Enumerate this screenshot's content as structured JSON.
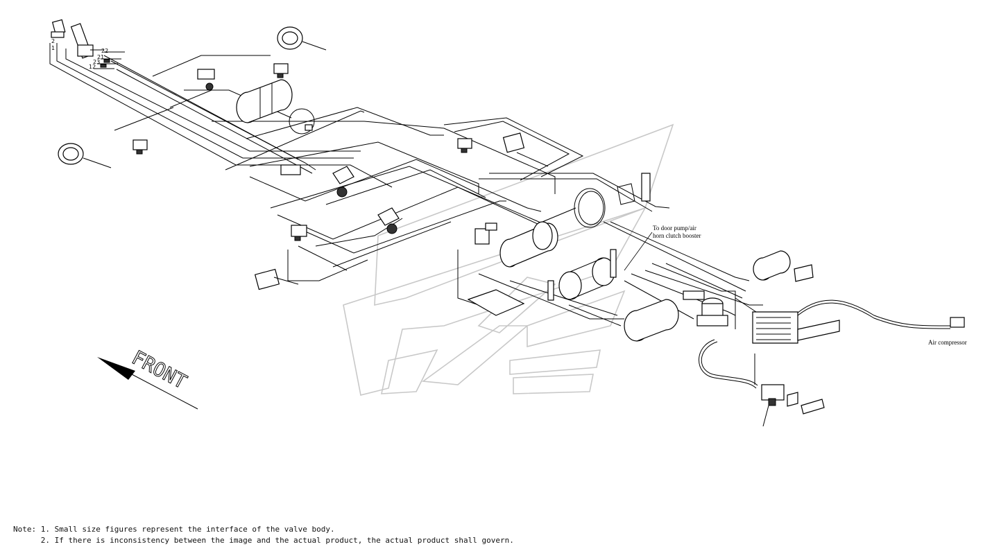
{
  "diagram": {
    "front_label": "FRONT",
    "callouts": {
      "dooor_pump_line1": "To door pump/air",
      "dooor_pump_line2": "horn clutch booster",
      "air_compressor": "Air compressor"
    },
    "valve_numbers": [
      "2",
      "1",
      "22",
      "21",
      "23",
      "12"
    ]
  },
  "notes": {
    "line1": "Note: 1. Small size figures represent the interface of the valve body.",
    "line2": "      2. If there is inconsistency between the image and the actual product, the actual product shall govern."
  }
}
